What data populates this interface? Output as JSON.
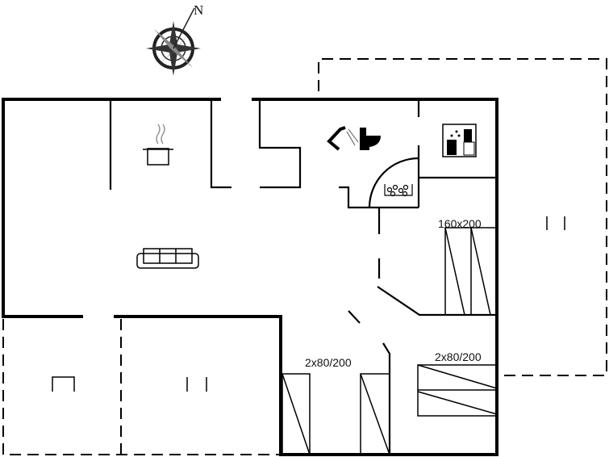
{
  "compass": {
    "label": "N"
  },
  "beds": [
    {
      "label": "160x200"
    },
    {
      "label": "2x80/200"
    },
    {
      "label": "2x80/200"
    }
  ],
  "icons": [
    "compass-icon",
    "cooking-pot-icon",
    "sofa-icon",
    "shower-icon",
    "toilet-icon",
    "hot-tub-icon",
    "washing-machine-icon"
  ],
  "colors": {
    "wall": "#000000",
    "background": "#ffffff"
  }
}
